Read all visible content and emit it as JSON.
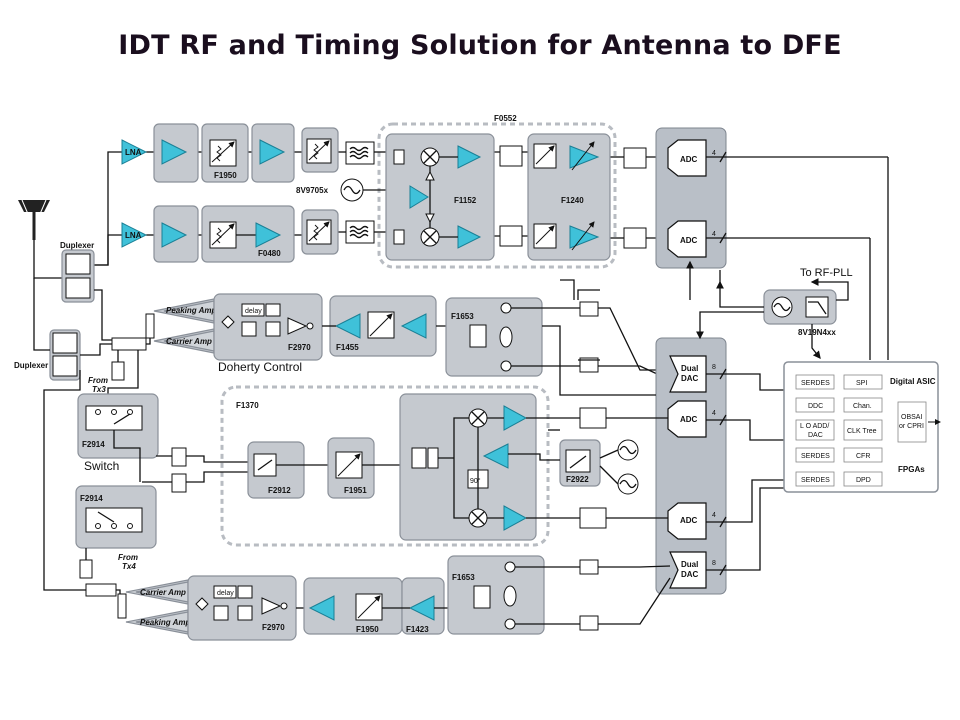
{
  "title": "IDT RF and Timing Solution for Antenna to DFE",
  "labels": {
    "f0552": "F0552",
    "lna1": "LNA",
    "lna2": "LNA",
    "f1950_top": "F1950",
    "f0480": "F0480",
    "v9705": "8V9705x",
    "f1152": "F1152",
    "f1240": "F1240",
    "adc1": "ADC",
    "adc2": "ADC",
    "adc3": "ADC",
    "adc4": "ADC",
    "dac1_a": "Dual",
    "dac1_b": "DAC",
    "dac2_a": "Dual",
    "dac2_b": "DAC",
    "duplexer_top": "Duplexer",
    "duplexer_left": "Duplexer",
    "peaking_amp_top": "Peaking Amp",
    "carrier_amp_top": "Carrier Amp",
    "carrier_amp_bot": "Carrier Amp",
    "peaking_amp_bot": "Peaking Amp",
    "delay_top": "delay",
    "delay_bot": "delay",
    "f2970_top": "F2970",
    "f2970_bot": "F2970",
    "doherty": "Doherty  Control",
    "f1455": "F1455",
    "f1653_top": "F1653",
    "f1653_bot": "F1653",
    "from_tx3_a": "From",
    "from_tx3_b": "Tx3",
    "from_tx4_a": "From",
    "from_tx4_b": "Tx4",
    "f2914_top": "F2914",
    "f2914_bot": "F2914",
    "switch": "Switch",
    "f1370": "F1370",
    "f2912": "F2912",
    "f1951": "F1951",
    "f2922": "F2922",
    "ninety": "90°",
    "f1950_bot": "F1950",
    "f1423": "F1423",
    "to_rf_pll": "To RF-PLL",
    "v19n4": "8V19N4xx",
    "digital_asic": "Digital ASIC",
    "fpgas": "FPGAs",
    "serdes1": "SERDES",
    "spi": "SPI",
    "ddc": "DDC",
    "chan": "Chan.",
    "lo_add": "L O ADD/",
    "dac_small": "DAC",
    "clk_tree": "CLK Tree",
    "serdes2": "SERDES",
    "cfr": "CFR",
    "serdes3": "SERDES",
    "dpd": "DPD",
    "obsai_a": "OBSAI",
    "obsai_b": "or CPRI",
    "bus4_a": "4",
    "bus4_b": "4",
    "bus4_c": "4",
    "bus4_d": "4",
    "bus8_a": "8",
    "bus8_b": "8"
  }
}
